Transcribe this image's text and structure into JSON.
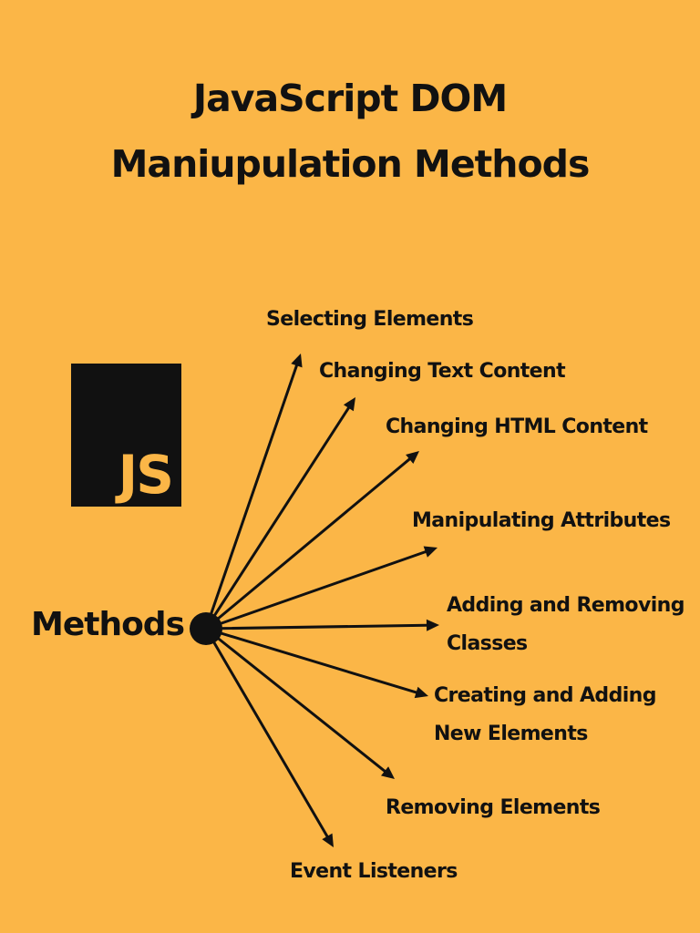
{
  "title": {
    "line1": "JavaScript DOM",
    "line2": "Maniupulation Methods"
  },
  "logo": {
    "text": "JS",
    "icon": "javascript-logo-icon",
    "background_color": "#111111",
    "text_color": "#FBB647"
  },
  "hub": {
    "label": "Methods"
  },
  "methods": [
    {
      "lines": [
        "Selecting Elements"
      ]
    },
    {
      "lines": [
        "Changing Text Content"
      ]
    },
    {
      "lines": [
        "Changing HTML Content"
      ]
    },
    {
      "lines": [
        "Manipulating Attributes"
      ]
    },
    {
      "lines": [
        "Adding and Removing",
        "Classes"
      ]
    },
    {
      "lines": [
        "Creating and Adding",
        "New Elements"
      ]
    },
    {
      "lines": [
        "Removing Elements"
      ]
    },
    {
      "lines": [
        "Event Listeners"
      ]
    }
  ],
  "colors": {
    "background": "#FBB647",
    "ink": "#111111"
  }
}
